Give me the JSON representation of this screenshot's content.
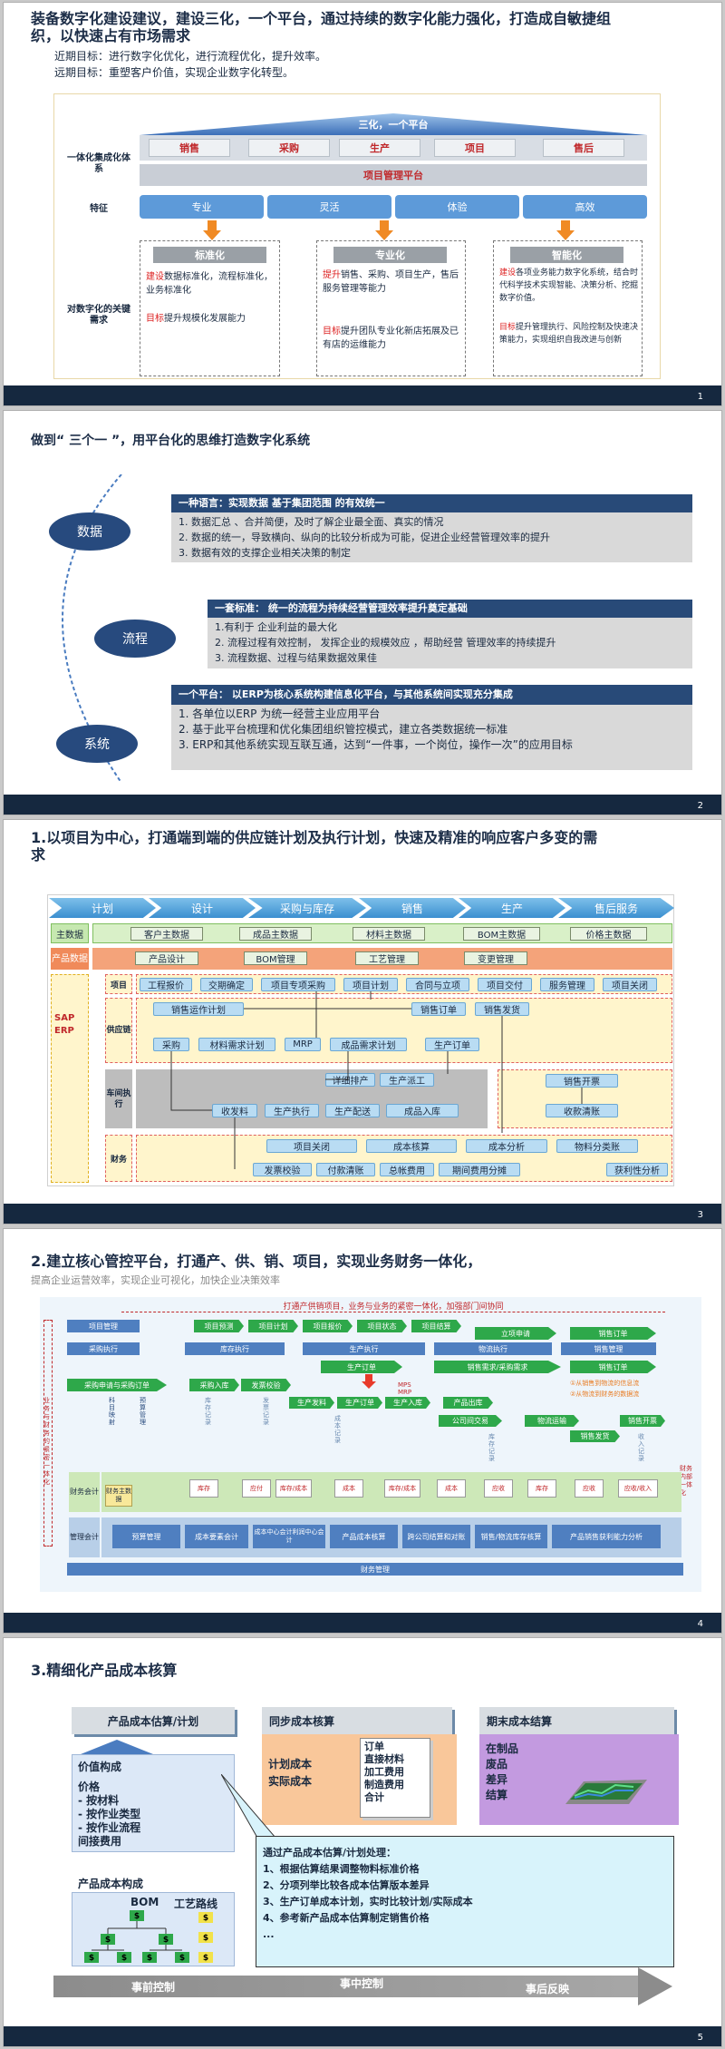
{
  "s1": {
    "title": "装备数字化建设建议，建设三化，一个平台，通过持续的数字化能力强化，打造成自敏捷组织，以快速占有市场需求",
    "goal1": "近期目标：进行数字化优化，进行流程优化，提升效率。",
    "goal2": "远期目标：重塑客户价值，实现企业数字化转型。",
    "roof": "三化，一个平台",
    "modules": [
      "销售",
      "采购",
      "生产",
      "项目",
      "售后"
    ],
    "platform": "项目管理平台",
    "left_labels": [
      "一体化集成化体系",
      "特征",
      "对数字化的关键需求"
    ],
    "features": [
      "专业",
      "灵活",
      "体验",
      "高效"
    ],
    "cards": [
      {
        "head": "标准化",
        "lines": [
          {
            "k": "建设",
            "t": "数据标准化，流程标准化，业务标准化"
          },
          {
            "k": "目标",
            "t": "提升规模化发展能力"
          }
        ]
      },
      {
        "head": "专业化",
        "lines": [
          {
            "k": "提升",
            "t": "销售、采购、项目生产，售后服务管理等能力"
          },
          {
            "k": "目标",
            "t": "提升团队专业化新店拓展及已有店的运维能力"
          }
        ]
      },
      {
        "head": "智能化",
        "lines": [
          {
            "k": "建设",
            "t": "各项业务能力数字化系统，结合时代科学技术实现智能、决策分析、挖掘数字价值。"
          },
          {
            "k": "目标",
            "t": "提升管理执行、风险控制及快速决策能力，实现组织自我改进与创新"
          }
        ]
      }
    ],
    "page": "1"
  },
  "s2": {
    "title": "做到“ 三个一 ”，用平台化的思维打造数字化系统",
    "ovals": [
      "数据",
      "流程",
      "系统"
    ],
    "blocks": [
      {
        "head": "一种语言：实现数据 基于集团范围 的有效统一",
        "lines": [
          "1. 数据汇总 、合并简便，及时了解企业最全面、真实的情况",
          "2. 数据的统一，导致横向、纵向的比较分析成为可能，促进企业经营管理效率的提升",
          "3. 数据有效的支撑企业相关决策的制定"
        ]
      },
      {
        "head": "一套标准： 统一的流程为持续经营管理效率提升奠定基础",
        "lines": [
          "1.有利于 企业利益的最大化",
          "2. 流程过程有效控制， 发挥企业的规模效应 ，帮助经营 管理效率的持续提升",
          "3. 流程数据、过程与结果数据效果佳"
        ]
      },
      {
        "head": "一个平台： 以ERP为核心系统构建信息化平台，与其他系统间实现充分集成",
        "lines": [
          "1. 各单位以ERP 为统一经营主业应用平台",
          "2. 基于此平台梳理和优化集团组织管控模式，建立各类数据统一标准",
          "3. ERP和其他系统实现互联互通，达到“一件事，一个岗位，操作一次”的应用目标"
        ]
      }
    ],
    "page": "2"
  },
  "s3": {
    "title": "1.以项目为中心，打通端到端的供应链计划及执行计划，快速及精准的响应客户多变的需求",
    "chevrons": [
      "计划",
      "设计",
      "采购与库存",
      "销售",
      "生产",
      "售后服务"
    ],
    "row_master": "主数据",
    "master_items": [
      "客户主数据",
      "成品主数据",
      "材料主数据",
      "BOM主数据",
      "价格主数据"
    ],
    "row_product": "产品数据",
    "product_items": [
      "产品设计",
      "BOM管理",
      "工艺管理",
      "变更管理"
    ],
    "sap": "SAP ERP",
    "row_project": "项目",
    "project_items": [
      "工程报价",
      "交期确定",
      "项目专项采购",
      "项目计划",
      "合同与立项",
      "项目交付",
      "服务管理",
      "项目关闭"
    ],
    "row_supply": "供应链",
    "supply_items": [
      "销售运作计划",
      "销售订单",
      "销售发货",
      "采购",
      "材料需求计划",
      "MRP",
      "成品需求计划",
      "生产订单"
    ],
    "row_shop": "车间执行",
    "shop_items": [
      "详细排产",
      "生产派工",
      "收发料",
      "生产执行",
      "生产配送",
      "成品入库",
      "销售开票",
      "收款清账"
    ],
    "row_fin": "财务",
    "fin_items": [
      "项目关闭",
      "成本核算",
      "成本分析",
      "物料分类账",
      "发票校验",
      "付款清账",
      "总帐费用",
      "期间费用分摊",
      "获利性分析"
    ],
    "page": "3"
  },
  "s4": {
    "title": "2.建立核心管控平台，打通产、供、销、项目，实现业务财务一体化，",
    "subtitle": "提高企业运营效率，实现企业可视化，加快企业决策效率",
    "banner": "打通产供销项目，业务与业务的紧密一体化，加强部门间协同",
    "row1": [
      "项目管理",
      "项目预测",
      "项目计划",
      "项目报价",
      "项目状态",
      "项目结算"
    ],
    "row2": [
      "采购执行",
      "库存执行",
      "生产执行",
      "物流执行",
      "销售管理",
      "立项申请",
      "销售订单"
    ],
    "row3": [
      "采购申请与采购订单",
      "采购入库",
      "发票校验",
      "生产订单",
      "销售需求/采购需求",
      "销售订单"
    ],
    "notes": [
      "①从销售到物流的信息流",
      "②从物流到财务的数据流"
    ],
    "mid": [
      "生产发料",
      "生产订单",
      "生产入库",
      "MPS",
      "MRP",
      "产品出库",
      "公司间交易",
      "物流运输",
      "销售发货",
      "销售开票"
    ],
    "vert": [
      "科目映射",
      "预算管理",
      "库存记录",
      "发票记录",
      "成本记录",
      "库存记录",
      "收入记录"
    ],
    "fin_items": [
      "库存",
      "应付",
      "库存/成本",
      "成本",
      "库存/成本",
      "成本",
      "应收",
      "库存",
      "应收",
      "应收/收入"
    ],
    "left_tags": [
      "业务与财务的紧密一体化",
      "财务会计",
      "管理会计"
    ],
    "right_tag": "财务内部一体化",
    "mgmt": [
      "财务主数据",
      "预算管理",
      "成本要素会计",
      "成本中心会计利润中心会计",
      "产品成本核算",
      "跨公司结算和对账",
      "销售/物流库存核算",
      "产品销售获利能力分析"
    ],
    "bottom": "财务管理",
    "page": "4"
  },
  "s5": {
    "title": "3.精细化产品成本核算",
    "col1": "产品成本估算/计划",
    "col2": "同步成本核算",
    "col3": "期末成本结算",
    "value_head": "价值构成",
    "value_lines": [
      "价格",
      "- 按材料",
      "- 按作业类型",
      "- 按作业流程",
      "间接费用"
    ],
    "struct_head": "产品成本构成",
    "bom": "BOM",
    "route": "工艺路线",
    "sync": [
      "计划成本",
      "实际成本"
    ],
    "doc": [
      "订单",
      "直接材料",
      "加工费用",
      "制造费用",
      "合计"
    ],
    "end": [
      "在制品",
      "废品",
      "差异",
      "结算"
    ],
    "process_head": "通过产品成本估算/计划处理：",
    "process": [
      "1、根据估算结果调整物料标准价格",
      "2、分项列举比较各成本估算版本差异",
      "3、生产订单成本计划，实时比较计划/实际成本",
      "4、参考新产品成本估算制定销售价格",
      "..."
    ],
    "steps": [
      "事前控制",
      "事中控制",
      "事后反映"
    ],
    "page": "5"
  }
}
